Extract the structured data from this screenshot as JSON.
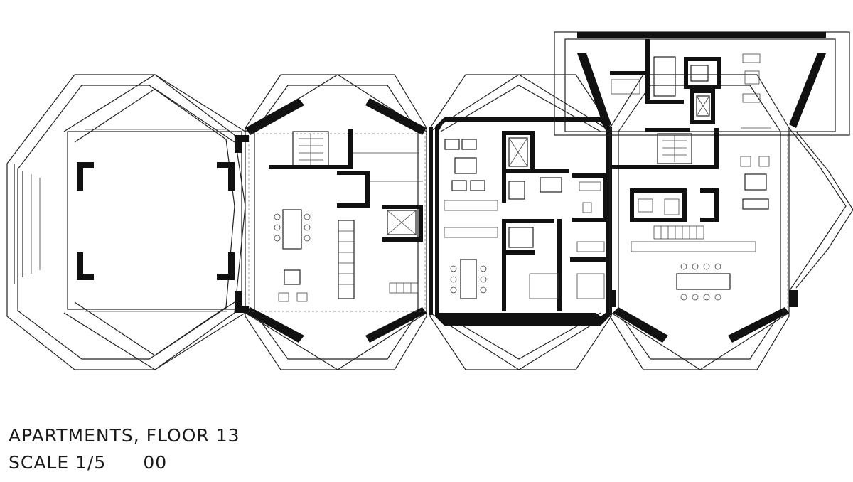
{
  "caption": {
    "title": "APARTMENTS, FLOOR 13",
    "scale_label": "SCALE 1/5",
    "scale_value": "00"
  },
  "colors": {
    "wall": "#111111",
    "line": "#222222",
    "background": "#ffffff"
  }
}
